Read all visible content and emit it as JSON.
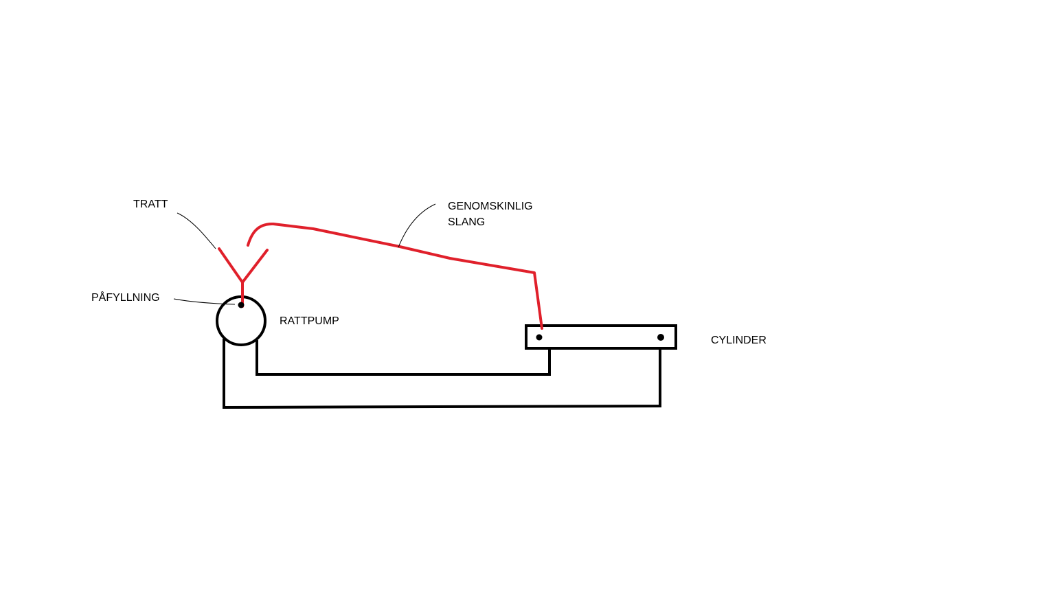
{
  "labels": {
    "tratt": "TRATT",
    "pafyllning": "PÅFYLLNING",
    "rattpump": "RATTPUMP",
    "genomskinlig_line1": "GENOMSKINLIG",
    "genomskinlig_line2": "SLANG",
    "cylinder": "CYLINDER"
  },
  "colors": {
    "background": "#ffffff",
    "hydraulic_line": "#000000",
    "transparent_hose": "#e0202b",
    "leader_line": "#000000"
  }
}
